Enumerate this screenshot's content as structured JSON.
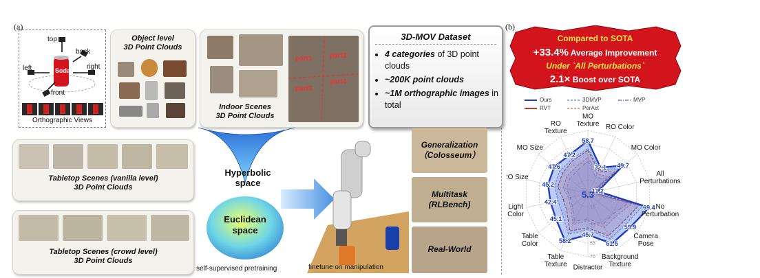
{
  "panels": {
    "a": "(a)",
    "b": "(b)"
  },
  "camera": {
    "views": [
      "top",
      "back",
      "left",
      "right",
      "front"
    ],
    "caption": "Orthographic Views",
    "can_text": "Soda"
  },
  "object_level": {
    "title": "Object level\n3D Point Clouds"
  },
  "indoor": {
    "title": "Indoor Scenes\n3D Point Clouds",
    "parts": [
      "part1",
      "part2",
      "part3",
      "part4"
    ]
  },
  "dataset": {
    "title": "3D-MOV Dataset",
    "items": [
      {
        "bold": "4 categories",
        "rest": " of 3D point clouds"
      },
      {
        "bold": "~200K point clouds",
        "rest": ""
      },
      {
        "bold": "~1M orthographic images",
        "rest": " in total"
      }
    ]
  },
  "tabletop_vanilla": {
    "title": "Tabletop Scenes (vanilla level)\n3D Point Clouds"
  },
  "tabletop_crowd": {
    "title": "Tabletop Scenes (crowd level)\n3D Point Clouds"
  },
  "spaces": {
    "hyperbolic": "Hyperbolic\nspace",
    "euclidean": "Euclidean\nspace",
    "pretrain": "self-supervised pretraining"
  },
  "finetune": "finetune on manipulation",
  "tasks": [
    {
      "label": "Generalization\n（Colosseum）"
    },
    {
      "label": "Multitask\n(RLBench)"
    },
    {
      "label": "Real-World"
    }
  ],
  "badge": {
    "line1": "Compared to SOTA",
    "line2_big": "+33.4%",
    "line2_rest": " Average Improvement",
    "line3": "Under `All Perturbations`",
    "line4_big": "2.1×",
    "line4_rest": " Boost over SOTA"
  },
  "colors": {
    "ours": "#1f3fbf",
    "rvt": "#c0392b",
    "mvp3d": "#7a92d6",
    "peract": "#d98080",
    "mvp": "#6a7fcf",
    "badge": "#d2141c"
  },
  "chart_data": {
    "type": "radar",
    "legend_placement": "top",
    "axes": [
      "MO Texture",
      "RO Color",
      "MO Color",
      "All Perturbations",
      "No Perturbation",
      "Camera Pose",
      "Background Texture",
      "Distractor",
      "Table Texture",
      "Table Color",
      "Light Color",
      "RO Size",
      "MO Size",
      "RO Texture"
    ],
    "ring_ticks": [
      15,
      35,
      55,
      70
    ],
    "rmax": 70,
    "series": [
      {
        "name": "Ours",
        "values": [
          58.7,
          32.1,
          49.7,
          11.2,
          69.4,
          59.9,
          61.5,
          45.7,
          58.2,
          45.1,
          42.4,
          45.2,
          47.6,
          47.2
        ],
        "labels": [
          "58.7",
          "32.1",
          "49.7",
          "11.2",
          "69.4",
          "59.9",
          "61.5",
          "45.7",
          "58.2",
          "45.1",
          "42.4",
          "45.2",
          "47.6",
          "47.2"
        ]
      },
      {
        "name": "RVT",
        "values": [
          48,
          28,
          38,
          5.3,
          58,
          50,
          52,
          38,
          46,
          30,
          28,
          34,
          36,
          40
        ],
        "labels": []
      },
      {
        "name": "3DMVP",
        "values": [
          50,
          30,
          44,
          8,
          62,
          54,
          56,
          40,
          50,
          36,
          34,
          38,
          40,
          42
        ],
        "labels": []
      },
      {
        "name": "PerAct",
        "values": [
          40,
          24,
          30,
          5.3,
          50,
          40,
          42,
          30,
          38,
          24,
          22,
          28,
          30,
          32
        ],
        "labels": []
      },
      {
        "name": "MVP",
        "values": [
          36,
          20,
          26,
          4,
          46,
          36,
          38,
          28,
          34,
          22,
          20,
          24,
          26,
          28
        ],
        "labels": []
      }
    ],
    "center_label": "5.3"
  }
}
